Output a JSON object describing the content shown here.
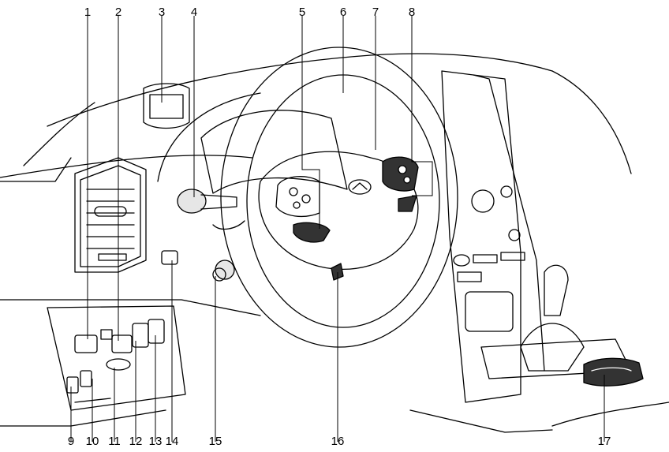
{
  "diagram": {
    "callouts": {
      "c1": "1",
      "c2": "2",
      "c3": "3",
      "c4": "4",
      "c5": "5",
      "c6": "6",
      "c7": "7",
      "c8": "8",
      "c9": "9",
      "c10": "10",
      "c11": "11",
      "c12": "12",
      "c13": "13",
      "c14": "14",
      "c15": "15",
      "c16": "16",
      "c17": "17"
    },
    "colors": {
      "line": "#000000",
      "background": "#ffffff",
      "fill_light": "#e6e6e6",
      "fill_dark": "#333333"
    }
  }
}
